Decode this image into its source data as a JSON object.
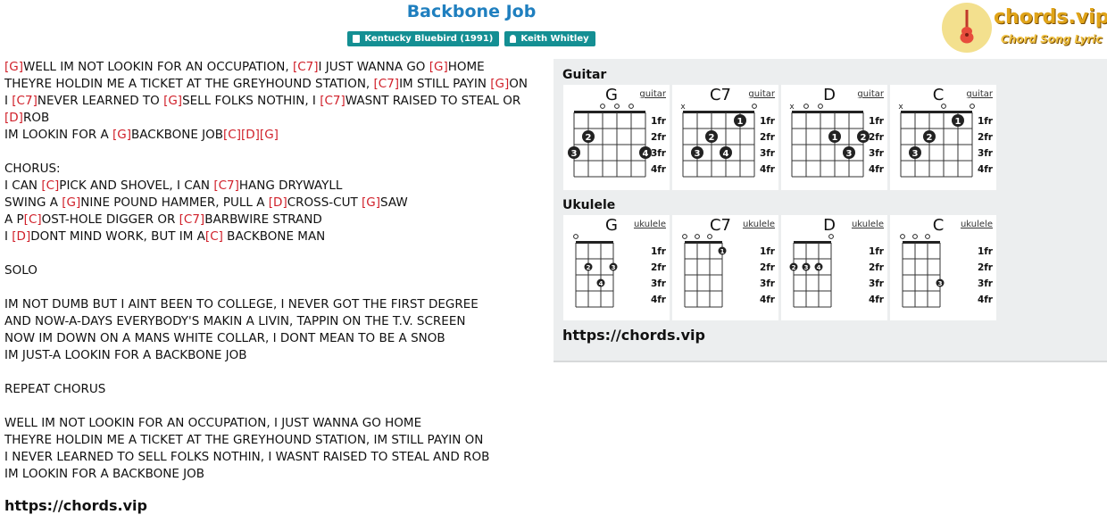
{
  "song": {
    "title": "Backbone Job",
    "album_badge": "Kentucky Bluebird (1991)",
    "artist_badge": "Keith Whitley"
  },
  "logo": {
    "name": "chords.vip",
    "tagline": "Chord Song Lyric"
  },
  "lyrics": [
    [
      [
        "c",
        "[G]"
      ],
      [
        "t",
        "WELL IM NOT LOOKIN FOR AN OCCUPATION, "
      ],
      [
        "c",
        "[C7]"
      ],
      [
        "t",
        "I JUST WANNA GO "
      ],
      [
        "c",
        "[G]"
      ],
      [
        "t",
        "HOME"
      ]
    ],
    [
      [
        "t",
        "THEYRE HOLDIN ME A TICKET AT THE GREYHOUND STATION, "
      ],
      [
        "c",
        "[C7]"
      ],
      [
        "t",
        "IM STILL PAYIN "
      ],
      [
        "c",
        "[G]"
      ],
      [
        "t",
        "ON"
      ]
    ],
    [
      [
        "t",
        "I "
      ],
      [
        "c",
        "[C7]"
      ],
      [
        "t",
        "NEVER LEARNED TO "
      ],
      [
        "c",
        "[G]"
      ],
      [
        "t",
        "SELL FOLKS NOTHIN, I "
      ],
      [
        "c",
        "[C7]"
      ],
      [
        "t",
        "WASNT RAISED TO STEAL OR"
      ]
    ],
    [
      [
        "c",
        "[D]"
      ],
      [
        "t",
        "ROB"
      ]
    ],
    [
      [
        "t",
        "IM LOOKIN FOR A "
      ],
      [
        "c",
        "[G]"
      ],
      [
        "t",
        "BACKBONE JOB"
      ],
      [
        "c",
        "[C]"
      ],
      [
        "c",
        "[D]"
      ],
      [
        "c",
        "[G]"
      ]
    ],
    [],
    [
      [
        "t",
        "CHORUS:"
      ]
    ],
    [
      [
        "t",
        "I CAN "
      ],
      [
        "c",
        "[C]"
      ],
      [
        "t",
        "PICK AND SHOVEL, I CAN "
      ],
      [
        "c",
        "[C7]"
      ],
      [
        "t",
        "HANG DRYWAYLL"
      ]
    ],
    [
      [
        "t",
        "SWING A "
      ],
      [
        "c",
        "[G]"
      ],
      [
        "t",
        "NINE POUND HAMMER, PULL A "
      ],
      [
        "c",
        "[D]"
      ],
      [
        "t",
        "CROSS-CUT "
      ],
      [
        "c",
        "[G]"
      ],
      [
        "t",
        "SAW"
      ]
    ],
    [
      [
        "t",
        "A P"
      ],
      [
        "c",
        "[C]"
      ],
      [
        "t",
        "OST-HOLE DIGGER OR "
      ],
      [
        "c",
        "[C7]"
      ],
      [
        "t",
        "BARBWIRE STRAND"
      ]
    ],
    [
      [
        "t",
        "I "
      ],
      [
        "c",
        "[D]"
      ],
      [
        "t",
        "DONT MIND WORK, BUT IM A"
      ],
      [
        "c",
        "[C]"
      ],
      [
        "t",
        " BACKBONE MAN"
      ]
    ],
    [],
    [
      [
        "t",
        "SOLO"
      ]
    ],
    [],
    [
      [
        "t",
        "IM NOT DUMB BUT I AINT BEEN TO COLLEGE, I NEVER GOT THE FIRST DEGREE"
      ]
    ],
    [
      [
        "t",
        "AND NOW-A-DAYS EVERYBODY'S MAKIN A LIVIN, TAPPIN ON THE T.V. SCREEN"
      ]
    ],
    [
      [
        "t",
        "NOW IM DOWN ON A MANS WHITE COLLAR, I DONT MEAN TO BE A SNOB"
      ]
    ],
    [
      [
        "t",
        "IM JUST-A LOOKIN FOR A BACKBONE JOB"
      ]
    ],
    [],
    [
      [
        "t",
        "REPEAT CHORUS"
      ]
    ],
    [],
    [
      [
        "t",
        "WELL IM NOT LOOKIN FOR AN OCCUPATION, I JUST WANNA GO HOME"
      ]
    ],
    [
      [
        "t",
        "THEYRE HOLDIN ME A TICKET AT THE GREYHOUND STATION, IM STILL PAYIN ON"
      ]
    ],
    [
      [
        "t",
        "I NEVER LEARNED TO SELL FOLKS NOTHIN, I WASNT RAISED TO STEAL AND ROB"
      ]
    ],
    [
      [
        "t",
        "IM LOOKIN FOR A BACKBONE JOB"
      ]
    ]
  ],
  "site_url": "https://chords.vip",
  "panel": {
    "guitar_label": "Guitar",
    "ukulele_label": "Ukulele",
    "fret_labels": [
      "1fr",
      "2fr",
      "3fr",
      "4fr"
    ],
    "guitar": [
      {
        "name": "G",
        "link": "guitar",
        "markers": [
          "",
          "",
          "o",
          "o",
          "o",
          ""
        ],
        "dots": [
          {
            "s": 0,
            "f": 3,
            "n": "3"
          },
          {
            "s": 1,
            "f": 2,
            "n": "2"
          },
          {
            "s": 5,
            "f": 3,
            "n": "4"
          }
        ]
      },
      {
        "name": "C7",
        "link": "guitar",
        "markers": [
          "x",
          "",
          "",
          "",
          "",
          "o"
        ],
        "dots": [
          {
            "s": 1,
            "f": 3,
            "n": "3"
          },
          {
            "s": 2,
            "f": 2,
            "n": "2"
          },
          {
            "s": 3,
            "f": 3,
            "n": "4"
          },
          {
            "s": 4,
            "f": 1,
            "n": "1"
          }
        ]
      },
      {
        "name": "D",
        "link": "guitar",
        "markers": [
          "x",
          "o",
          "o",
          "",
          "",
          ""
        ],
        "dots": [
          {
            "s": 3,
            "f": 2,
            "n": "1"
          },
          {
            "s": 4,
            "f": 3,
            "n": "3"
          },
          {
            "s": 5,
            "f": 2,
            "n": "2"
          }
        ]
      },
      {
        "name": "C",
        "link": "guitar",
        "markers": [
          "x",
          "",
          "",
          "o",
          "",
          "o"
        ],
        "dots": [
          {
            "s": 1,
            "f": 3,
            "n": "3"
          },
          {
            "s": 2,
            "f": 2,
            "n": "2"
          },
          {
            "s": 4,
            "f": 1,
            "n": "1"
          }
        ]
      }
    ],
    "ukulele": [
      {
        "name": "G",
        "link": "ukulele",
        "markers": [
          "o",
          "",
          "",
          ""
        ],
        "dots": [
          {
            "s": 1,
            "f": 2,
            "n": "2"
          },
          {
            "s": 3,
            "f": 2,
            "n": "3"
          },
          {
            "s": 2,
            "f": 3,
            "n": "4"
          }
        ]
      },
      {
        "name": "C7",
        "link": "ukulele",
        "markers": [
          "o",
          "o",
          "o",
          ""
        ],
        "dots": [
          {
            "s": 3,
            "f": 1,
            "n": "1"
          }
        ]
      },
      {
        "name": "D",
        "link": "ukulele",
        "markers": [
          "",
          "",
          "",
          "o"
        ],
        "dots": [
          {
            "s": 0,
            "f": 2,
            "n": "2"
          },
          {
            "s": 1,
            "f": 2,
            "n": "3"
          },
          {
            "s": 2,
            "f": 2,
            "n": "4"
          }
        ]
      },
      {
        "name": "C",
        "link": "ukulele",
        "markers": [
          "o",
          "o",
          "o",
          ""
        ],
        "dots": [
          {
            "s": 3,
            "f": 3,
            "n": "3"
          }
        ]
      }
    ]
  },
  "colors": {
    "title": "#1f7fbf",
    "badge": "#148f93",
    "chord": "#d0202a",
    "panel": "#eceeef"
  }
}
